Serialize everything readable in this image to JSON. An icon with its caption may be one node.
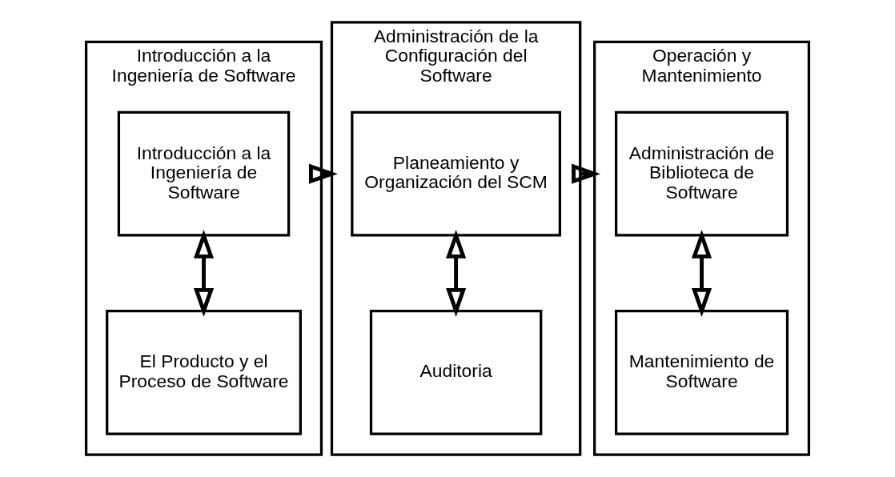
{
  "diagram": {
    "nodes": [
      {
        "text": [
          "Introducción a la Ingeniería de Software"
        ]
      },
      {
        "text": [
          "Introducción a la Ingeniería de Software"
        ],
        "in": 0
      },
      {
        "text": [
          "El Producto y el Proceso de Software"
        ],
        "in": 0
      },
      {
        "text": [
          "Administración de la Configuración del Software"
        ]
      },
      {
        "text": [
          "Planeamiento y Organización del SCM"
        ],
        "in": 3
      },
      {
        "text": [
          "Auditoria"
        ],
        "in": 3
      },
      {
        "text": [
          "Operación y Mantenimiento"
        ]
      },
      {
        "text": [
          "Administración de Biblioteca de Software"
        ],
        "in": 6
      },
      {
        "text": [
          "Mantenimiento de Software"
        ],
        "in": 6
      }
    ],
    "edges": [
      {
        "from": 1,
        "to": 2,
        "arrow": "both"
      },
      {
        "from": 0,
        "to": 3,
        "arrow": "to"
      },
      {
        "from": 4,
        "to": 5,
        "arrow": "both"
      },
      {
        "from": 3,
        "to": 6,
        "arrow": "to"
      },
      {
        "from": 7,
        "to": 8,
        "arrow": "both"
      }
    ]
  }
}
